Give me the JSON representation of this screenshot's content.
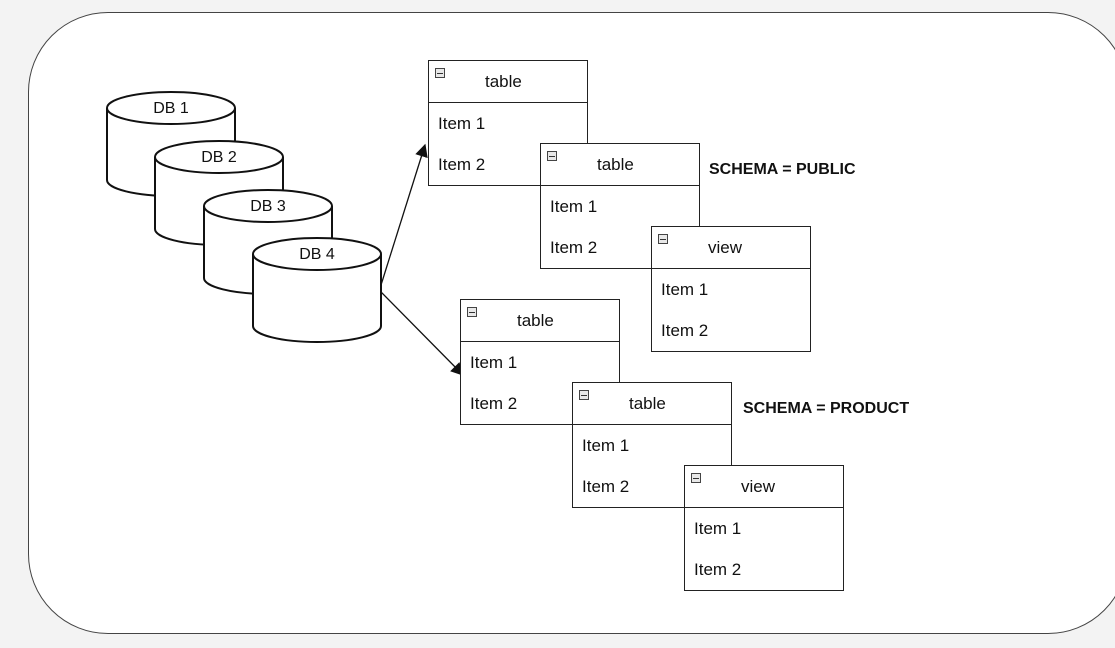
{
  "databases": [
    {
      "label": "DB 1"
    },
    {
      "label": "DB 2"
    },
    {
      "label": "DB 3"
    },
    {
      "label": "DB 4"
    }
  ],
  "schemas": [
    {
      "label": "SCHEMA = PUBLIC",
      "entities": [
        {
          "title": "table",
          "items": [
            "Item 1",
            "Item 2"
          ]
        },
        {
          "title": "table",
          "items": [
            "Item 1",
            "Item 2"
          ]
        },
        {
          "title": "view",
          "items": [
            "Item 1",
            "Item 2"
          ]
        }
      ]
    },
    {
      "label": "SCHEMA = PRODUCT",
      "entities": [
        {
          "title": "table",
          "items": [
            "Item 1",
            "Item 2"
          ]
        },
        {
          "title": "table",
          "items": [
            "Item 1",
            "Item 2"
          ]
        },
        {
          "title": "view",
          "items": [
            "Item 1",
            "Item 2"
          ]
        }
      ]
    }
  ]
}
